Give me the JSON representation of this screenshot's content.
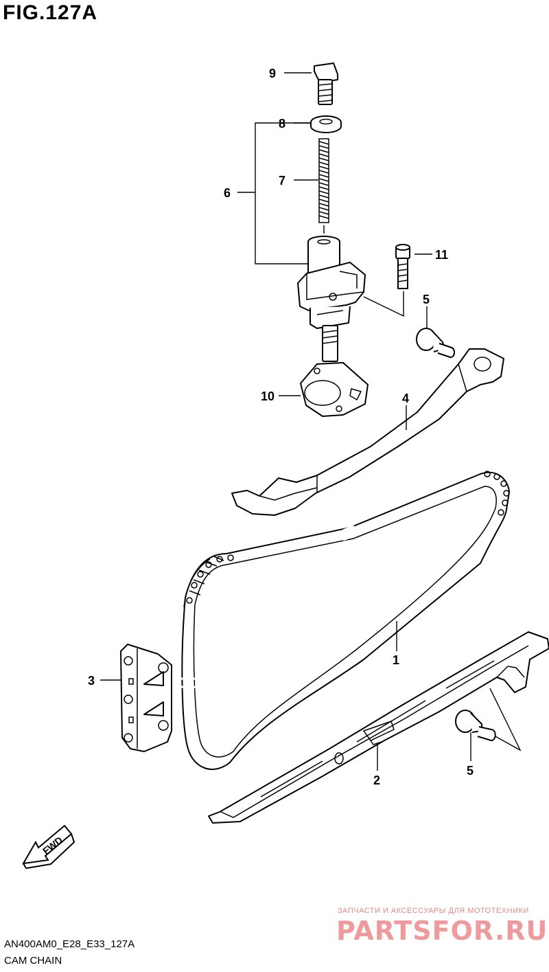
{
  "title": "FIG.127A",
  "footer": {
    "code": "AN400AM0_E28_E33_127A",
    "name": "CAM CHAIN"
  },
  "watermark": {
    "tagline": "ЗАПЧАСТИ И АКСЕССУАРЫ ДЛЯ МОТОТЕХНИКИ",
    "logo": "PARTSFOR.RU",
    "color": "#ef9a9c"
  },
  "fwd_label": "FWD",
  "callouts": [
    {
      "id": "c9",
      "text": "9"
    },
    {
      "id": "c8",
      "text": "8"
    },
    {
      "id": "c7",
      "text": "7"
    },
    {
      "id": "c6",
      "text": "6"
    },
    {
      "id": "c11",
      "text": "11"
    },
    {
      "id": "c5a",
      "text": "5"
    },
    {
      "id": "c10",
      "text": "10"
    },
    {
      "id": "c4",
      "text": "4"
    },
    {
      "id": "c1",
      "text": "1"
    },
    {
      "id": "c3",
      "text": "3"
    },
    {
      "id": "c2",
      "text": "2"
    },
    {
      "id": "c5b",
      "text": "5"
    }
  ]
}
